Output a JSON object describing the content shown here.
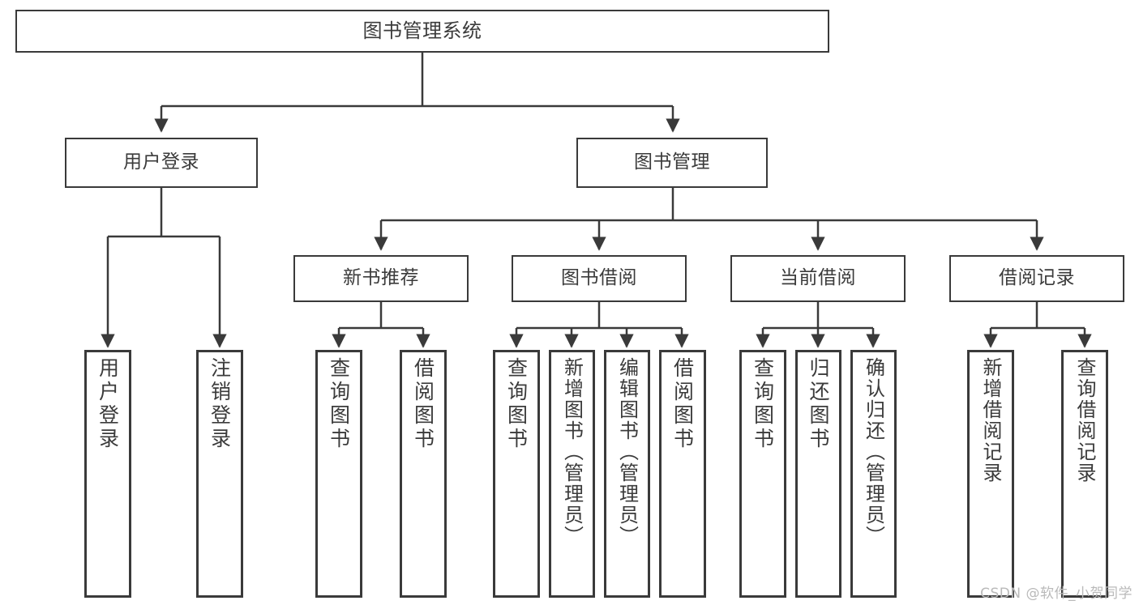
{
  "diagram": {
    "title": "图书管理系统",
    "root": {
      "label": "图书管理系统"
    },
    "level1": [
      {
        "label": "用户登录"
      },
      {
        "label": "图书管理"
      }
    ],
    "level2": [
      {
        "label": "新书推荐"
      },
      {
        "label": "图书借阅"
      },
      {
        "label": "当前借阅"
      },
      {
        "label": "借阅记录"
      }
    ],
    "leaves": {
      "user_login": [
        {
          "label": "用户登录"
        },
        {
          "label": "注销登录"
        }
      ],
      "new_book_recommend": [
        {
          "label": "查询图书"
        },
        {
          "label": "借阅图书"
        }
      ],
      "book_borrow": [
        {
          "label": "查询图书"
        },
        {
          "label": "新增图书（管理员）"
        },
        {
          "label": "编辑图书（管理员）"
        },
        {
          "label": "借阅图书"
        }
      ],
      "current_borrow": [
        {
          "label": "查询图书"
        },
        {
          "label": "归还图书"
        },
        {
          "label": "确认归还（管理员）"
        }
      ],
      "borrow_record": [
        {
          "label": "新增借阅记录"
        },
        {
          "label": "查询借阅记录"
        }
      ]
    }
  },
  "watermark": {
    "text": "CSDN @软件_小贺同学"
  },
  "colors": {
    "stroke": "#3a3a3a",
    "text": "#3b3b3b",
    "background": "#ffffff",
    "watermark": "#b9b9b9"
  }
}
